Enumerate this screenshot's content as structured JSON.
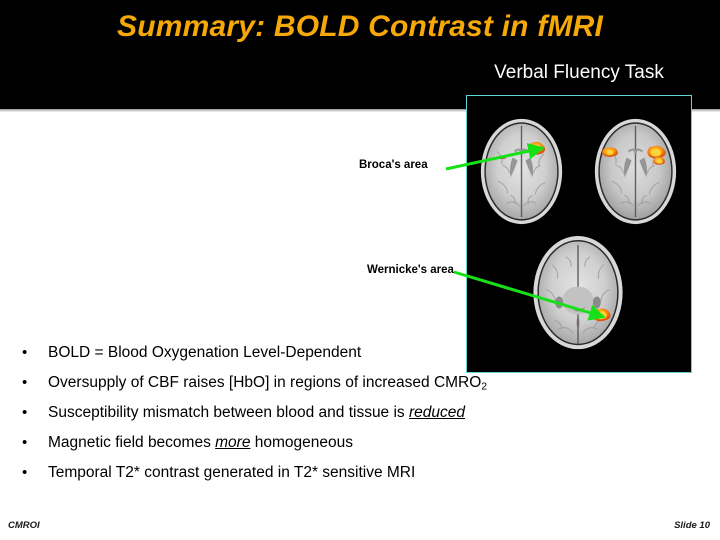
{
  "slide": {
    "title": "Summary: BOLD Contrast in fMRI",
    "title_color": "#f5a808",
    "header_background": "#000000",
    "body_background": "#ffffff"
  },
  "figure": {
    "caption": "Verbal Fluency Task",
    "border_color": "#63d3d6",
    "background": "#000000",
    "description": "Three axial T1-weighted brain slices with orange-yellow fMRI activation clusters",
    "activation_color": "#ff8c10",
    "slices": [
      {
        "name": "axial-slice-left-top",
        "activations": [
          "right-frontal-operculum"
        ]
      },
      {
        "name": "axial-slice-right-top",
        "activations": [
          "left-insula",
          "right-frontal-temporal"
        ]
      },
      {
        "name": "axial-slice-bottom",
        "activations": [
          "right-posterior-temporal"
        ]
      }
    ]
  },
  "annotations": [
    {
      "label": "Broca's area",
      "arrow_color": "#18e018"
    },
    {
      "label": "Wernicke's area",
      "arrow_color": "#18e018"
    }
  ],
  "bullets": [
    {
      "marker": "•",
      "pre": "BOLD = Blood Oxygenation Level-Dependent",
      "emphasis": "",
      "post": "",
      "sub": ""
    },
    {
      "marker": "•",
      "pre": "Oversupply of CBF raises [HbO] in regions of increased CMRO",
      "emphasis": "",
      "post": "",
      "sub": "2"
    },
    {
      "marker": "•",
      "pre": "Susceptibility mismatch between blood and tissue is ",
      "emphasis": "reduced",
      "post": "",
      "sub": ""
    },
    {
      "marker": "•",
      "pre": "Magnetic field becomes ",
      "emphasis": "more",
      "post": " homogeneous",
      "sub": ""
    },
    {
      "marker": "•",
      "pre": "Temporal T2* contrast generated in T2* sensitive MRI",
      "emphasis": "",
      "post": "",
      "sub": ""
    }
  ],
  "footer": {
    "left": "CMROI",
    "right": "Slide 10"
  }
}
